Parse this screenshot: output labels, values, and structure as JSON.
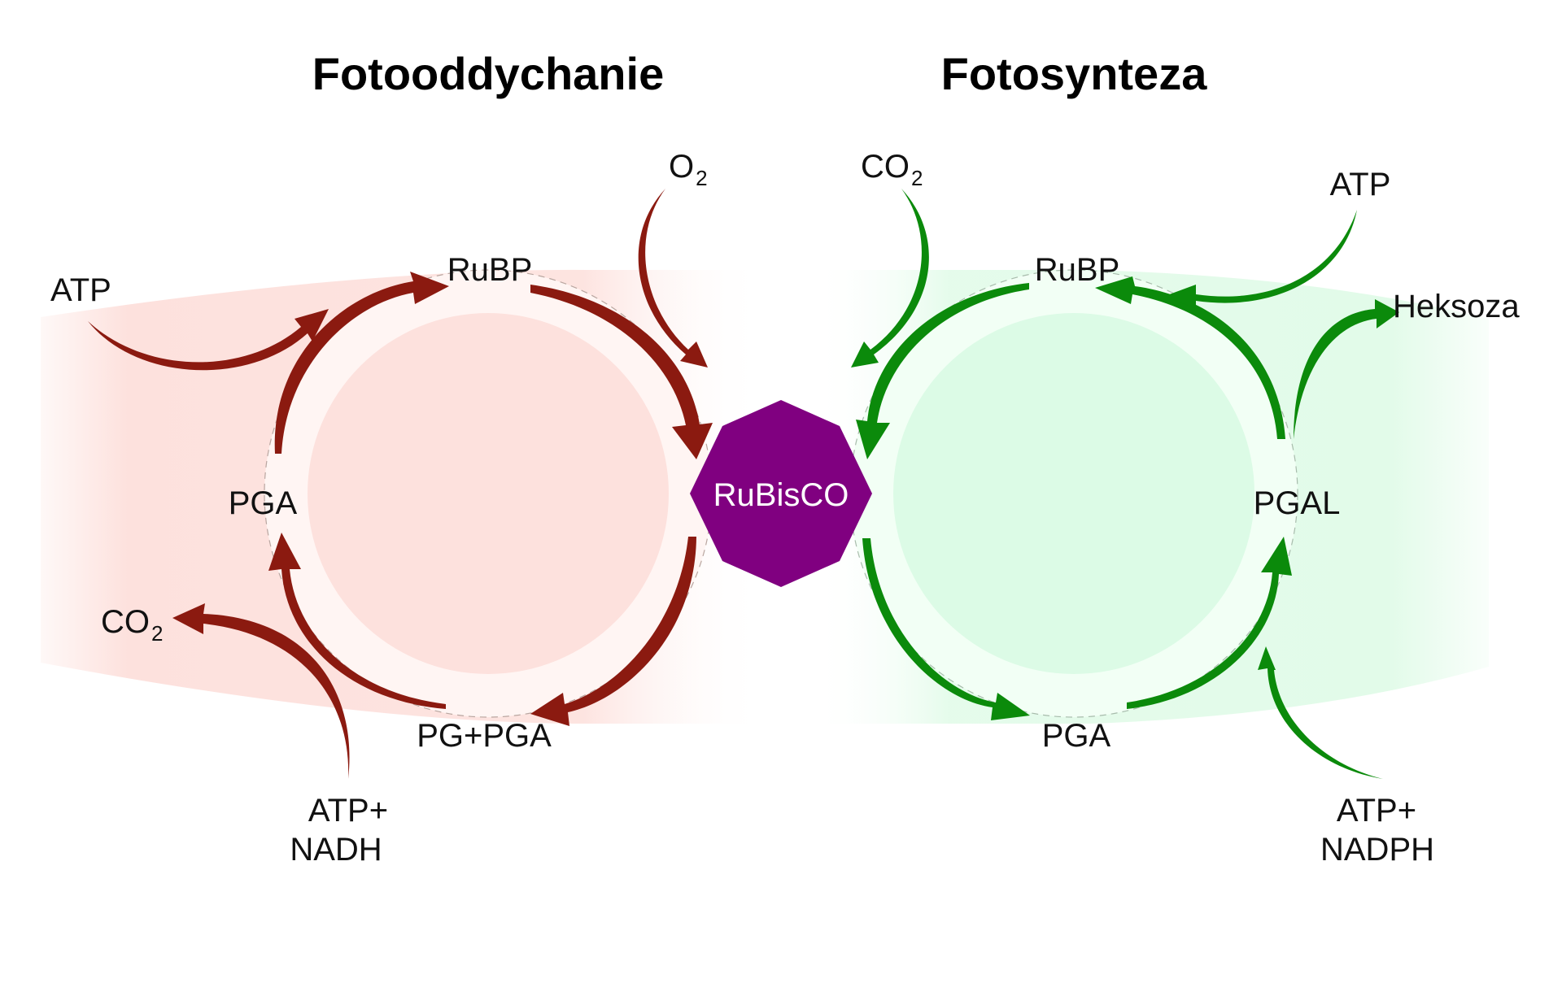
{
  "titles": {
    "left": "Fotooddychanie",
    "right": "Fotosynteza"
  },
  "enzyme": "RuBisCO",
  "photorespiration": {
    "cycle": {
      "top": "RuBP",
      "left": "PGA",
      "bottom": "PG+PGA"
    },
    "inputs": {
      "o2_main": "O",
      "o2_sub": "2",
      "atp": "ATP",
      "atp_nadh_line1": "ATP+",
      "atp_nadh_line2": "NADH"
    },
    "outputs": {
      "co2_main": "CO",
      "co2_sub": "2"
    }
  },
  "photosynthesis": {
    "cycle": {
      "top": "RuBP",
      "right": "PGAL",
      "bottom": "PGA"
    },
    "inputs": {
      "co2_main": "CO",
      "co2_sub": "2",
      "atp": "ATP",
      "atp_nadph_line1": "ATP+",
      "atp_nadph_line2": "NADPH"
    },
    "outputs": {
      "hexose": "Heksoza"
    }
  },
  "colors": {
    "photorespiration_arrow": "#8b1a10",
    "photosynthesis_arrow": "#0b8a0b",
    "enzyme": "#800080",
    "left_disc": "#fde1dd",
    "right_disc": "#dcfbe6"
  }
}
